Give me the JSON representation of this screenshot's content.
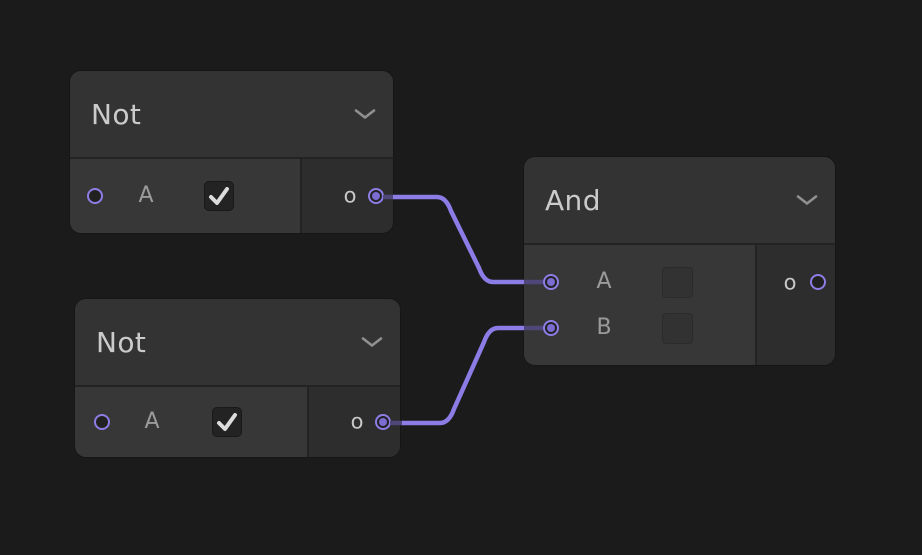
{
  "canvas": {
    "background": "#1b1b1b"
  },
  "palette": {
    "accent": "#8b7ce6",
    "wire": "#8b7ce6",
    "wire_dim_inside_node": "#4f4779",
    "node_header": "#333333",
    "node_body": "#373737",
    "node_output_section": "#2d2d2d",
    "divider": "#232323",
    "title_text": "#cbcbcb",
    "socket_label_text": "#9b9b9b",
    "output_label_text": "#c8c8c8",
    "chevron": "#909090",
    "checkmark": "#dcdcdc"
  },
  "icons": {
    "collapse": "chevron-down-icon",
    "checked": "checkmark-icon"
  },
  "nodes": [
    {
      "title": "Not",
      "inputs": [
        {
          "label": "A",
          "control": "checkbox",
          "checked": true,
          "connected": false
        }
      ],
      "outputs": [
        {
          "label": "o",
          "connected": true
        }
      ]
    },
    {
      "title": "Not",
      "inputs": [
        {
          "label": "A",
          "control": "checkbox",
          "checked": true,
          "connected": false
        }
      ],
      "outputs": [
        {
          "label": "o",
          "connected": true
        }
      ]
    },
    {
      "title": "And",
      "inputs": [
        {
          "label": "A",
          "control": "value-box-disabled",
          "connected": true
        },
        {
          "label": "B",
          "control": "value-box-disabled",
          "connected": true
        }
      ],
      "outputs": [
        {
          "label": "o",
          "connected": false
        }
      ]
    }
  ],
  "edges": [
    {
      "from": "Not#1.o",
      "to": "And.A"
    },
    {
      "from": "Not#2.o",
      "to": "And.B"
    }
  ]
}
